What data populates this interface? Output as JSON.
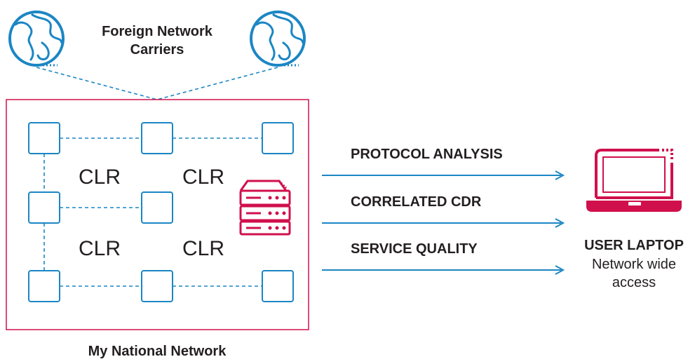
{
  "foreign_carriers": {
    "line1": "Foreign Network",
    "line2": "Carriers"
  },
  "national_network": {
    "label": "My National Network"
  },
  "clr_labels": [
    "CLR",
    "CLR",
    "CLR",
    "CLR"
  ],
  "flows": [
    {
      "label": "PROTOCOL ANALYSIS"
    },
    {
      "label": "CORRELATED CDR"
    },
    {
      "label": "SERVICE QUALITY"
    }
  ],
  "user_laptop": {
    "title": "USER LAPTOP",
    "line1": "Network wide",
    "line2": "access"
  },
  "icons": {
    "globe_left": "globe-icon",
    "globe_right": "globe-icon",
    "server": "server-icon",
    "laptop": "laptop-icon"
  },
  "colors": {
    "blue": "#1b86c4",
    "crimson": "#d0104c",
    "text": "#231f20"
  }
}
